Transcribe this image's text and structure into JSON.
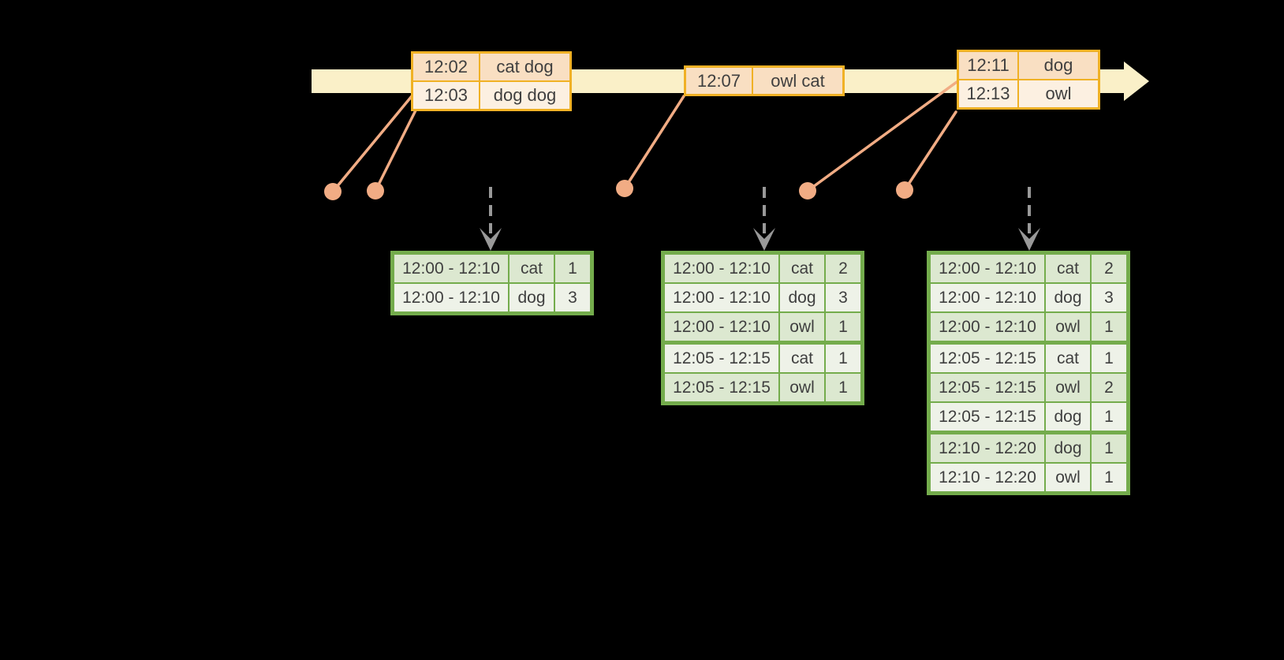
{
  "colors": {
    "background": "#000000",
    "timeline_fill": "#FAF0C8",
    "event_table_border": "#F0B125",
    "event_row_dark": "#F9DFC2",
    "event_row_light": "#FCF0E1",
    "connector_salmon": "#F1AC84",
    "result_table_border": "#74AC4C",
    "result_row_dark": "#DCE8D0",
    "result_row_light": "#EEF2E8",
    "trigger_arrow_gray": "#999999",
    "text": "#3F3F3F"
  },
  "event_tables": {
    "first": {
      "rows": [
        {
          "time": "12:02",
          "words": "cat dog"
        },
        {
          "time": "12:03",
          "words": "dog dog"
        }
      ]
    },
    "second": {
      "rows": [
        {
          "time": "12:07",
          "words": "owl cat"
        }
      ]
    },
    "third": {
      "rows": [
        {
          "time": "12:11",
          "words": "dog"
        },
        {
          "time": "12:13",
          "words": "owl"
        }
      ]
    }
  },
  "result_tables": {
    "first": {
      "rows": [
        [
          "12:00 - 12:10",
          "cat",
          "1"
        ],
        [
          "12:00 - 12:10",
          "dog",
          "3"
        ]
      ]
    },
    "second": {
      "rows": [
        [
          "12:00 - 12:10",
          "cat",
          "2"
        ],
        [
          "12:00 - 12:10",
          "dog",
          "3"
        ],
        [
          "12:00 - 12:10",
          "owl",
          "1"
        ],
        [
          "12:05 - 12:15",
          "cat",
          "1"
        ],
        [
          "12:05 - 12:15",
          "owl",
          "1"
        ]
      ]
    },
    "third": {
      "rows": [
        [
          "12:00 - 12:10",
          "cat",
          "2"
        ],
        [
          "12:00 - 12:10",
          "dog",
          "3"
        ],
        [
          "12:00 - 12:10",
          "owl",
          "1"
        ],
        [
          "12:05 - 12:15",
          "cat",
          "1"
        ],
        [
          "12:05 - 12:15",
          "owl",
          "2"
        ],
        [
          "12:05 - 12:15",
          "dog",
          "1"
        ],
        [
          "12:10 - 12:20",
          "dog",
          "1"
        ],
        [
          "12:10 - 12:20",
          "owl",
          "1"
        ]
      ]
    }
  }
}
